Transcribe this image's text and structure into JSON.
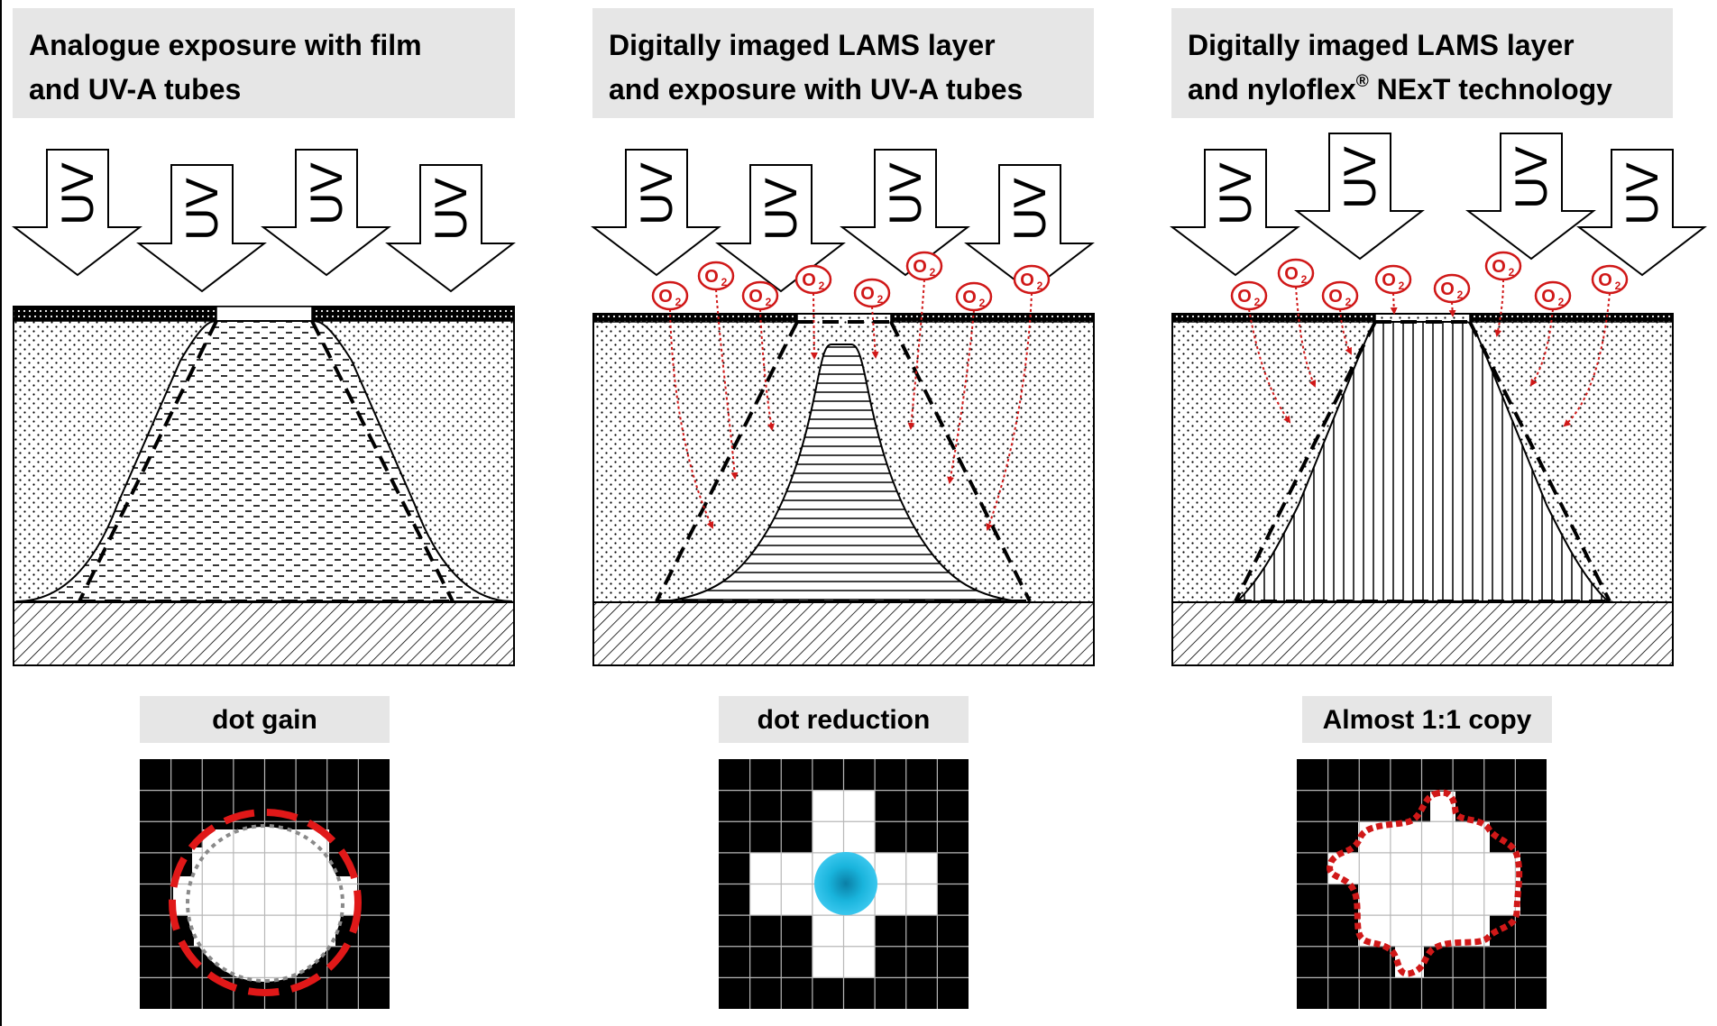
{
  "panels": [
    {
      "title_line1": "Analogue exposure with film",
      "title_line2": "and UV-A tubes",
      "title_sup": "",
      "title_line2_rest": "",
      "result_label": "dot gain"
    },
    {
      "title_line1": "Digitally imaged LAMS layer",
      "title_line2": "and exposure with UV-A tubes",
      "title_sup": "",
      "title_line2_rest": "",
      "result_label": "dot reduction"
    },
    {
      "title_line1": "Digitally imaged LAMS layer",
      "title_line2": "and nyloflex",
      "title_sup": "®",
      "title_line2_rest": " NExT technology",
      "result_label": "Almost 1:1 copy"
    }
  ],
  "uv_label": "UV",
  "oxygen_label": "O",
  "oxygen_subscript": "2",
  "colors": {
    "title_box": "#e6e6e6",
    "oxygen_red": "#d01818",
    "dot_gain_ring": "#e01818",
    "dot_cyan": "#19b4dc",
    "grid_black": "#000000"
  }
}
